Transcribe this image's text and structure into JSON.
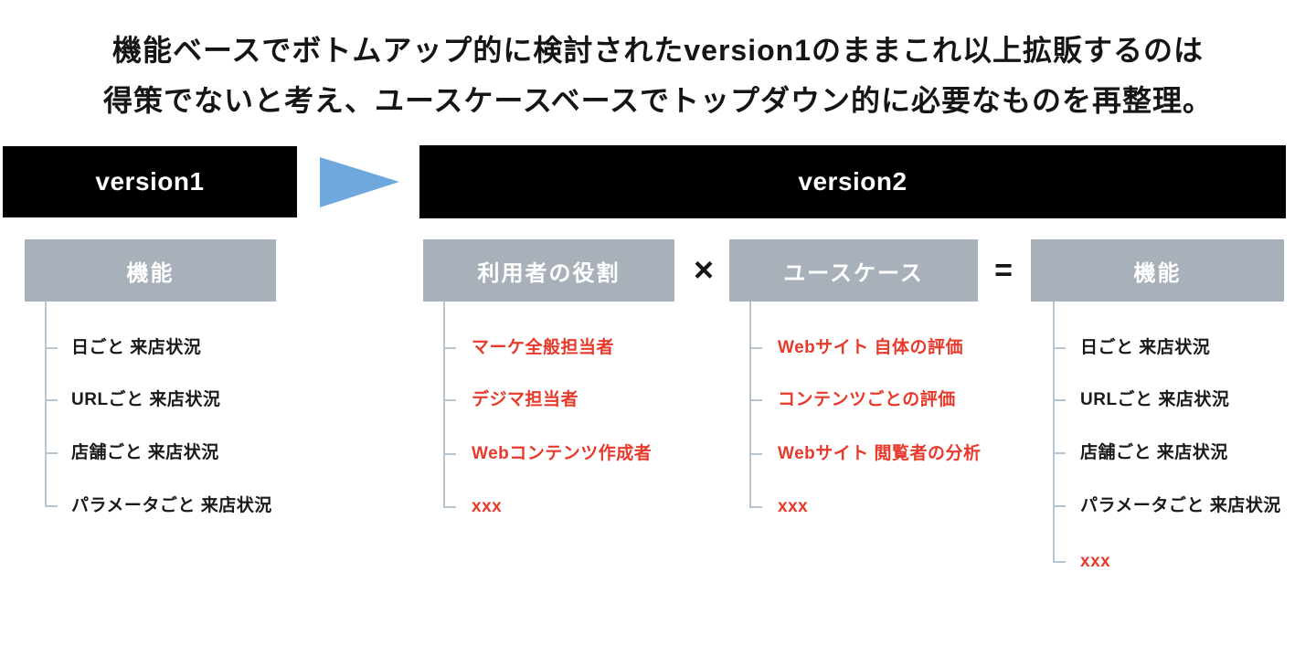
{
  "title": {
    "line1": "機能ベースでボトムアップ的に検討されたversion1のままこれ以上拡販するのは",
    "line2": "得策でないと考え、ユースケースベースでトップダウン的に必要なものを再整理。"
  },
  "colors": {
    "header_bg": "#000000",
    "category_bg": "#a8b1ba",
    "highlight_red": "#e8392b",
    "arrow_blue": "#6fa8dc",
    "connector_line": "#b7c4d1"
  },
  "version1": {
    "header": "version1",
    "category": "機能",
    "items": [
      "日ごと 来店状況",
      "URLごと 来店状況",
      "店舗ごと 来店状況",
      "パラメータごと 来店状況"
    ]
  },
  "version2": {
    "header": "version2",
    "multiply_symbol": "×",
    "equals_symbol": "=",
    "columns": [
      {
        "header": "利用者の役割",
        "items": [
          "マーケ全般担当者",
          "デジマ担当者",
          "Webコンテンツ作成者",
          "xxx"
        ]
      },
      {
        "header": "ユースケース",
        "items": [
          "Webサイト 自体の評価",
          "コンテンツごとの評価",
          "Webサイト 閲覧者の分析",
          "xxx"
        ]
      },
      {
        "header": "機能",
        "items": [
          "日ごと 来店状況",
          "URLごと 来店状況",
          "店舗ごと 来店状況",
          "パラメータごと 来店状況",
          "xxx"
        ]
      }
    ]
  }
}
